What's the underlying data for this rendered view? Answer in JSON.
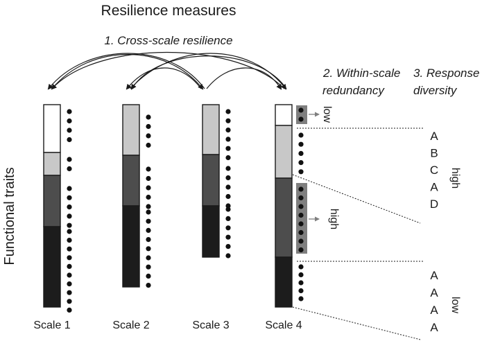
{
  "title": "Resilience measures",
  "cross_scale_label": "1. Cross-scale resilience",
  "within_scale_label_1": "2. Within-scale",
  "within_scale_label_2": "redundancy",
  "response_label_1": "3. Response",
  "response_label_2": "diversity",
  "y_axis_label": "Functional traits",
  "low_label": "low",
  "high_label": "high",
  "response_high_label": "high",
  "response_low_label": "low",
  "colors": {
    "white": "#ffffff",
    "light_gray": "#c8c8c8",
    "mid_gray": "#4d4d4d",
    "black": "#1c1c1c",
    "highlight_box": "#7f7f7f",
    "stroke": "#1a1a1a"
  },
  "scales": [
    {
      "label": "Scale 1",
      "segments": [
        {
          "color": "white",
          "dots": 4
        },
        {
          "color": "light_gray",
          "dots": 2
        },
        {
          "color": "mid_gray",
          "dots": 5
        },
        {
          "color": "black",
          "dots": 10
        }
      ]
    },
    {
      "label": "Scale 2",
      "segments": [
        {
          "color": "light_gray",
          "dots": 4
        },
        {
          "color": "mid_gray",
          "dots": 5
        },
        {
          "color": "black",
          "dots": 9
        }
      ]
    },
    {
      "label": "Scale 3",
      "segments": [
        {
          "color": "light_gray",
          "dots": 6
        },
        {
          "color": "mid_gray",
          "dots": 5
        },
        {
          "color": "black",
          "dots": 6
        }
      ]
    },
    {
      "label": "Scale 4",
      "segments": [
        {
          "color": "white",
          "dots": 2
        },
        {
          "color": "light_gray",
          "dots": 5
        },
        {
          "color": "mid_gray",
          "dots": 8
        },
        {
          "color": "black",
          "dots": 5
        }
      ]
    }
  ],
  "response_high_letters": [
    "A",
    "B",
    "C",
    "A",
    "D"
  ],
  "response_low_letters": [
    "A",
    "A",
    "A",
    "A"
  ]
}
